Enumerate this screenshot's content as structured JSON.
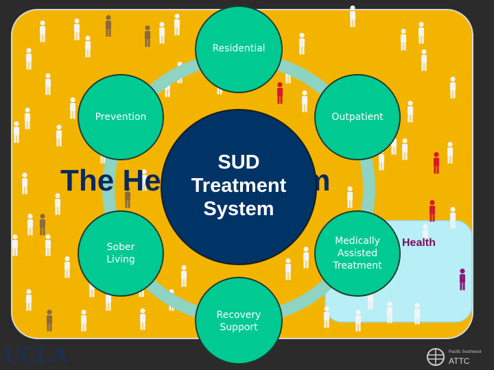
{
  "diagram": {
    "background_title": "The Health System",
    "center": {
      "label": "SUD\nTreatment\nSystem"
    },
    "nodes": [
      {
        "id": "residential",
        "label": "Residential"
      },
      {
        "id": "prevention",
        "label": "Prevention"
      },
      {
        "id": "outpatient",
        "label": "Outpatient"
      },
      {
        "id": "sober-living",
        "label": "Sober\nLiving"
      },
      {
        "id": "mat",
        "label": "Medically\nAssisted\nTreatment"
      },
      {
        "id": "recovery-support",
        "label": "Recovery\nSupport"
      }
    ],
    "health_label": "Health"
  },
  "logos": {
    "ucla": "UCLA",
    "attc": "ATTC",
    "attc_sub": "Pacific Southwest"
  },
  "colors": {
    "panel": "#f3b400",
    "frame": "#2c2c2c",
    "node": "#00c992",
    "center": "#003366",
    "ring": "#8fd3c2",
    "health_panel": "#b8eff6"
  }
}
